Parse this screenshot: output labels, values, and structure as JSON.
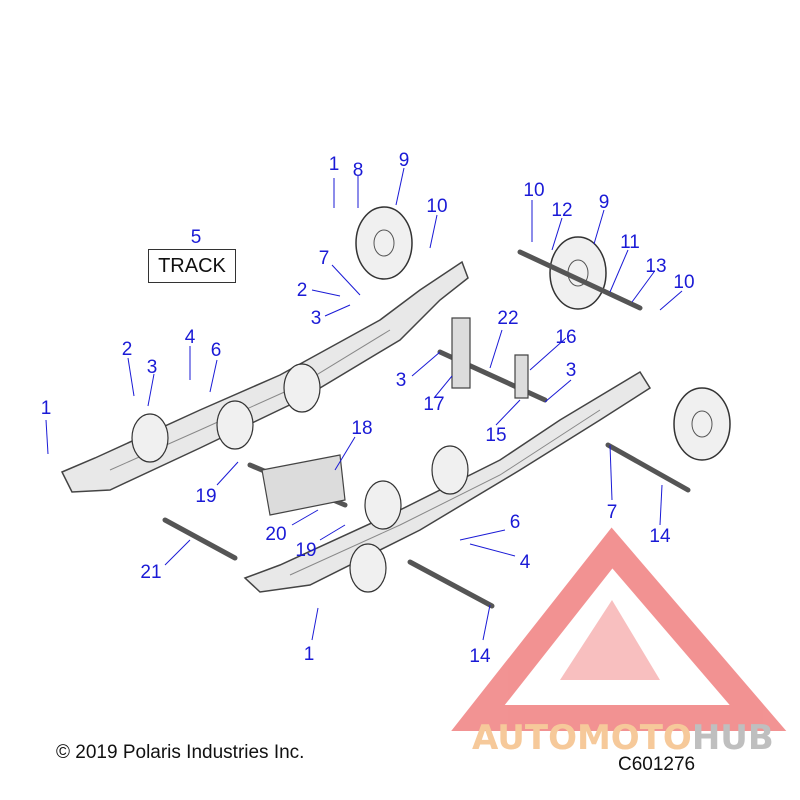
{
  "track_label": "TRACK",
  "copyright": "© 2019 Polaris Industries Inc.",
  "diagram_code": "C601276",
  "watermark": {
    "part1": "AUTOMOTO",
    "part2": "HUB",
    "accent_color": "#f08080"
  },
  "callouts": [
    {
      "id": "c1a",
      "text": "1"
    },
    {
      "id": "c8",
      "text": "8"
    },
    {
      "id": "c9a",
      "text": "9"
    },
    {
      "id": "c10a",
      "text": "10"
    },
    {
      "id": "c10b",
      "text": "10"
    },
    {
      "id": "c12",
      "text": "12"
    },
    {
      "id": "c9b",
      "text": "9"
    },
    {
      "id": "c11",
      "text": "11"
    },
    {
      "id": "c13",
      "text": "13"
    },
    {
      "id": "c10c",
      "text": "10"
    },
    {
      "id": "c5",
      "text": "5"
    },
    {
      "id": "c7a",
      "text": "7"
    },
    {
      "id": "c2a",
      "text": "2"
    },
    {
      "id": "c3a",
      "text": "3"
    },
    {
      "id": "c22",
      "text": "22"
    },
    {
      "id": "c16",
      "text": "16"
    },
    {
      "id": "c4a",
      "text": "4"
    },
    {
      "id": "c2b",
      "text": "2"
    },
    {
      "id": "c6a",
      "text": "6"
    },
    {
      "id": "c3b",
      "text": "3"
    },
    {
      "id": "c3c",
      "text": "3"
    },
    {
      "id": "c3d",
      "text": "3"
    },
    {
      "id": "c17",
      "text": "17"
    },
    {
      "id": "c1b",
      "text": "1"
    },
    {
      "id": "c15",
      "text": "15"
    },
    {
      "id": "c18",
      "text": "18"
    },
    {
      "id": "c19a",
      "text": "19"
    },
    {
      "id": "c7b",
      "text": "7"
    },
    {
      "id": "c14a",
      "text": "14"
    },
    {
      "id": "c20",
      "text": "20"
    },
    {
      "id": "c6b",
      "text": "6"
    },
    {
      "id": "c19b",
      "text": "19"
    },
    {
      "id": "c4b",
      "text": "4"
    },
    {
      "id": "c21",
      "text": "21"
    },
    {
      "id": "c1c",
      "text": "1"
    },
    {
      "id": "c14b",
      "text": "14"
    }
  ]
}
